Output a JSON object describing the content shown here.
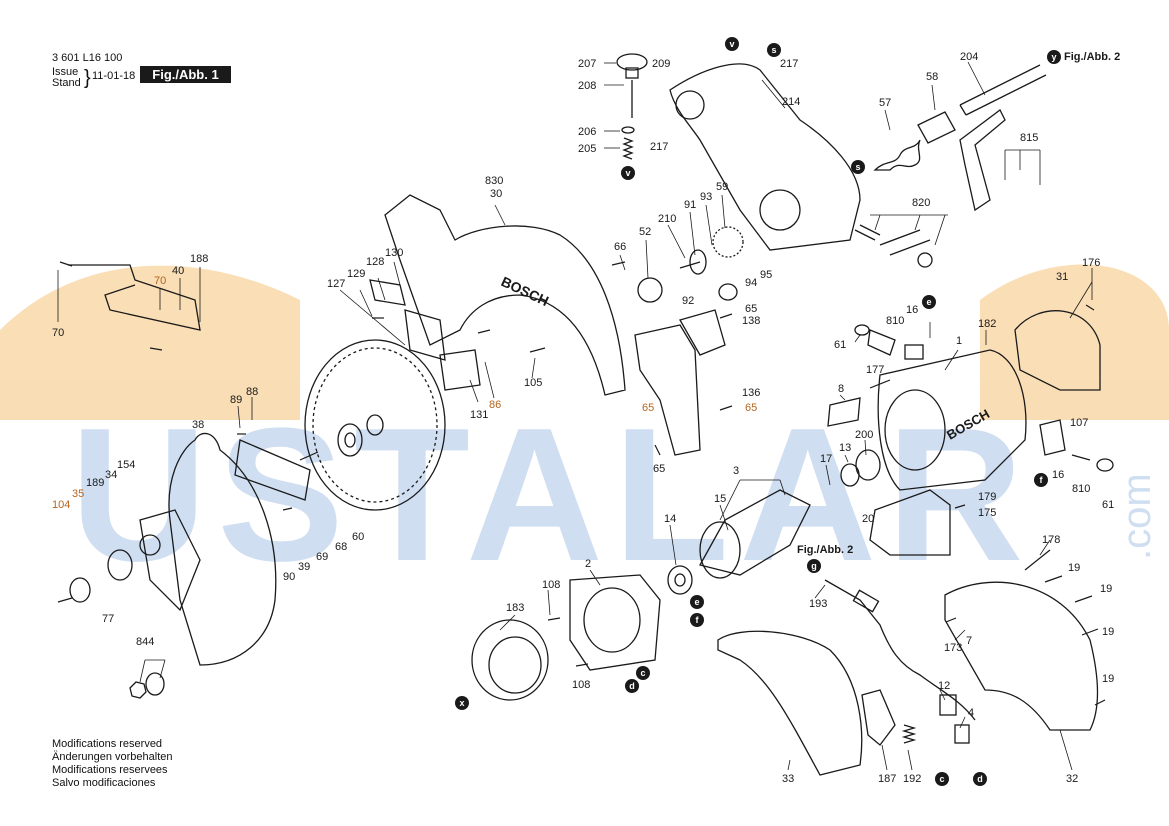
{
  "header": {
    "doc_number": "3 601 L16 100",
    "issue_label": "Issue",
    "stand_label": "Stand",
    "date": "11-01-18",
    "figure_label": "Fig./Abb. 1"
  },
  "footer": {
    "lines": [
      "Modifications reserved",
      "Änderungen vorbehalten",
      "Modifications reservees",
      "Salvo modificaciones"
    ]
  },
  "watermark": {
    "text": "USTALAR",
    "suffix": ".com"
  },
  "brand_on_parts": "BOSCH",
  "colors": {
    "ink": "#1a1a1a",
    "highlight_label": "#b5651d",
    "watermark_orange": "#f4c27a",
    "watermark_blue": "#a9c4e6"
  },
  "callouts": {
    "p207": "207",
    "p209": "209",
    "p217a": "217",
    "p208": "208",
    "p206": "206",
    "p205": "205",
    "p217b": "217",
    "p214": "214",
    "p57": "57",
    "p58": "58",
    "p204": "204",
    "p815": "815",
    "p820": "820",
    "p830": "830",
    "p30": "30",
    "p66": "66",
    "p52": "52",
    "p210": "210",
    "p91": "91",
    "p93": "93",
    "p59": "59",
    "p92": "92",
    "p95": "95",
    "p94": "94",
    "p65a": "65",
    "p138": "138",
    "p136": "136",
    "p65b": "65",
    "p65c": "65",
    "p65d": "65",
    "p130": "130",
    "p128": "128",
    "p129": "129",
    "p127": "127",
    "p105": "105",
    "p131": "131",
    "p86": "86",
    "p188": "188",
    "p40": "40",
    "p70a": "70",
    "p70b": "70",
    "p89": "89",
    "p88": "88",
    "p38": "38",
    "p154": "154",
    "p34": "34",
    "p189": "189",
    "p35": "35",
    "p104": "104",
    "p77": "77",
    "p90": "90",
    "p39": "39",
    "p69": "69",
    "p68": "68",
    "p60": "60",
    "p844": "844",
    "p31": "31",
    "p176": "176",
    "p16": "16",
    "p810a": "810",
    "p182": "182",
    "p1": "1",
    "p61a": "61",
    "p177": "177",
    "p8": "8",
    "p107": "107",
    "p200": "200",
    "p13": "13",
    "p17": "17",
    "p16b": "16",
    "p810b": "810",
    "p61b": "61",
    "p179": "179",
    "p175": "175",
    "p20": "20",
    "p3": "3",
    "p15": "15",
    "p14": "14",
    "p2": "2",
    "p108a": "108",
    "p108b": "108",
    "p183": "183",
    "p193": "193",
    "p178": "178",
    "p19a": "19",
    "p19b": "19",
    "p19c": "19",
    "p19d": "19",
    "p7": "7",
    "p173": "173",
    "p12": "12",
    "p4": "4",
    "p33": "33",
    "p187": "187",
    "p192": "192",
    "p32": "32"
  },
  "markers": {
    "v1": "v",
    "s1": "s",
    "v2": "v",
    "s2": "s",
    "y": "y",
    "e1": "e",
    "f1": "f",
    "g": "g",
    "e2": "e",
    "f2": "f",
    "c1": "c",
    "d1": "d",
    "x": "x",
    "c2": "c",
    "d2": "d"
  },
  "refs": {
    "fig2_top": "Fig./Abb. 2",
    "fig2_mid": "Fig./Abb. 2"
  }
}
